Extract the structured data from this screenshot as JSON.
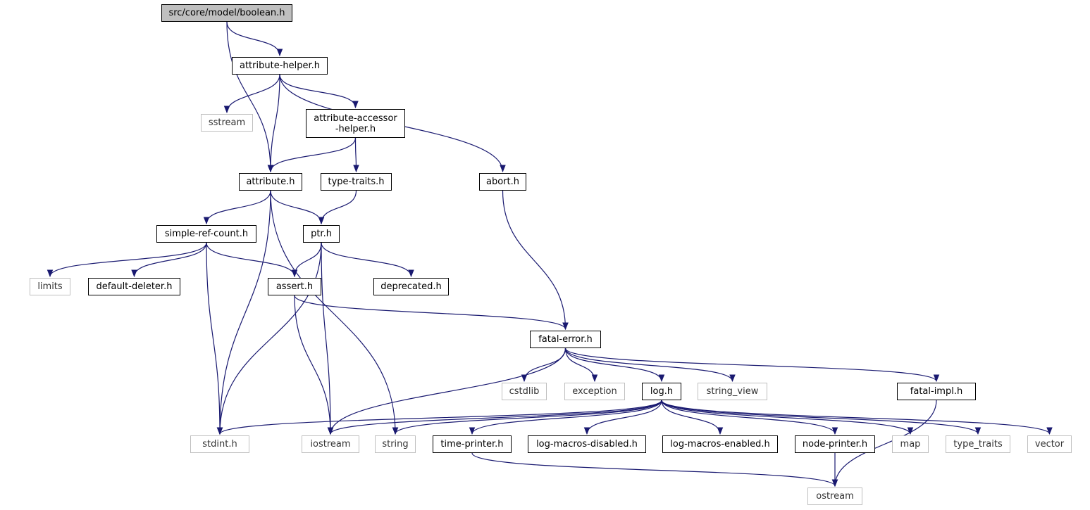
{
  "diagram": {
    "root": "src/core/model/boolean.h",
    "colors": {
      "edge": "#191970",
      "root_fill": "#bfbfbf",
      "node_border": "#000000",
      "external_border": "#bfbfbf"
    },
    "nodes": [
      {
        "id": "boolean",
        "label": "src/core/model/boolean.h",
        "kind": "root"
      },
      {
        "id": "attribute_helper",
        "label": "attribute-helper.h",
        "kind": "file"
      },
      {
        "id": "sstream",
        "label": "sstream",
        "kind": "external"
      },
      {
        "id": "attribute_accessor",
        "label": "attribute-accessor\n-helper.h",
        "kind": "file"
      },
      {
        "id": "attribute",
        "label": "attribute.h",
        "kind": "file"
      },
      {
        "id": "type_traits_h",
        "label": "type-traits.h",
        "kind": "file"
      },
      {
        "id": "abort",
        "label": "abort.h",
        "kind": "file"
      },
      {
        "id": "simple_ref_count",
        "label": "simple-ref-count.h",
        "kind": "file"
      },
      {
        "id": "ptr",
        "label": "ptr.h",
        "kind": "file"
      },
      {
        "id": "limits",
        "label": "limits",
        "kind": "external"
      },
      {
        "id": "default_deleter",
        "label": "default-deleter.h",
        "kind": "file"
      },
      {
        "id": "assert",
        "label": "assert.h",
        "kind": "file"
      },
      {
        "id": "deprecated",
        "label": "deprecated.h",
        "kind": "file"
      },
      {
        "id": "fatal_error",
        "label": "fatal-error.h",
        "kind": "file"
      },
      {
        "id": "cstdlib",
        "label": "cstdlib",
        "kind": "external"
      },
      {
        "id": "exception",
        "label": "exception",
        "kind": "external"
      },
      {
        "id": "log",
        "label": "log.h",
        "kind": "file"
      },
      {
        "id": "string_view",
        "label": "string_view",
        "kind": "external"
      },
      {
        "id": "fatal_impl",
        "label": "fatal-impl.h",
        "kind": "file"
      },
      {
        "id": "stdint",
        "label": "stdint.h",
        "kind": "external"
      },
      {
        "id": "iostream",
        "label": "iostream",
        "kind": "external"
      },
      {
        "id": "string",
        "label": "string",
        "kind": "external"
      },
      {
        "id": "time_printer",
        "label": "time-printer.h",
        "kind": "file"
      },
      {
        "id": "log_macros_disabled",
        "label": "log-macros-disabled.h",
        "kind": "file"
      },
      {
        "id": "log_macros_enabled",
        "label": "log-macros-enabled.h",
        "kind": "file"
      },
      {
        "id": "node_printer",
        "label": "node-printer.h",
        "kind": "file"
      },
      {
        "id": "map",
        "label": "map",
        "kind": "external"
      },
      {
        "id": "type_traits",
        "label": "type_traits",
        "kind": "external"
      },
      {
        "id": "vector",
        "label": "vector",
        "kind": "external"
      },
      {
        "id": "ostream",
        "label": "ostream",
        "kind": "external"
      }
    ],
    "edges": [
      [
        "boolean",
        "attribute_helper"
      ],
      [
        "boolean",
        "attribute"
      ],
      [
        "attribute_helper",
        "sstream"
      ],
      [
        "attribute_helper",
        "attribute_accessor"
      ],
      [
        "attribute_helper",
        "attribute"
      ],
      [
        "attribute_helper",
        "abort"
      ],
      [
        "attribute_accessor",
        "attribute"
      ],
      [
        "attribute_accessor",
        "type_traits_h"
      ],
      [
        "attribute",
        "simple_ref_count"
      ],
      [
        "attribute",
        "ptr"
      ],
      [
        "attribute",
        "stdint"
      ],
      [
        "attribute",
        "string"
      ],
      [
        "type_traits_h",
        "ptr"
      ],
      [
        "abort",
        "fatal_error"
      ],
      [
        "simple_ref_count",
        "limits"
      ],
      [
        "simple_ref_count",
        "default_deleter"
      ],
      [
        "simple_ref_count",
        "assert"
      ],
      [
        "simple_ref_count",
        "stdint"
      ],
      [
        "ptr",
        "assert"
      ],
      [
        "ptr",
        "deprecated"
      ],
      [
        "ptr",
        "stdint"
      ],
      [
        "ptr",
        "iostream"
      ],
      [
        "assert",
        "fatal_error"
      ],
      [
        "assert",
        "iostream"
      ],
      [
        "fatal_error",
        "iostream"
      ],
      [
        "fatal_error",
        "cstdlib"
      ],
      [
        "fatal_error",
        "exception"
      ],
      [
        "fatal_error",
        "log"
      ],
      [
        "fatal_error",
        "string_view"
      ],
      [
        "fatal_error",
        "fatal_impl"
      ],
      [
        "log",
        "stdint"
      ],
      [
        "log",
        "iostream"
      ],
      [
        "log",
        "string"
      ],
      [
        "log",
        "time_printer"
      ],
      [
        "log",
        "log_macros_disabled"
      ],
      [
        "log",
        "log_macros_enabled"
      ],
      [
        "log",
        "node_printer"
      ],
      [
        "log",
        "map"
      ],
      [
        "log",
        "type_traits"
      ],
      [
        "log",
        "vector"
      ],
      [
        "fatal_impl",
        "ostream"
      ],
      [
        "time_printer",
        "ostream"
      ],
      [
        "node_printer",
        "ostream"
      ]
    ]
  }
}
